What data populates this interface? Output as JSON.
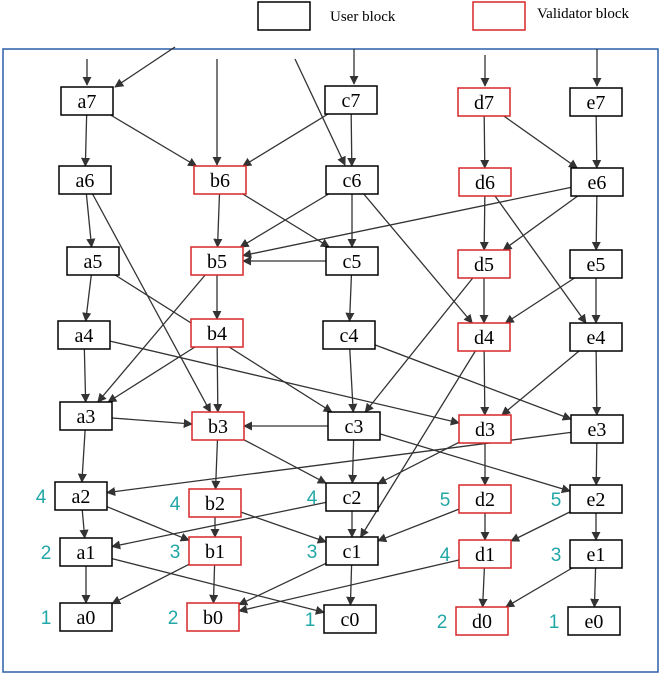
{
  "legend": {
    "user_label": "User block",
    "validator_label": "Validator block"
  },
  "colors": {
    "user_border": "#000000",
    "validator_border": "#d62728",
    "number": "#22a7a7",
    "frame": "#2b5fa8",
    "arrow": "#333333"
  },
  "nodes": [
    {
      "id": "a7",
      "label": "a7",
      "type": "user"
    },
    {
      "id": "a6",
      "label": "a6",
      "type": "user"
    },
    {
      "id": "a5",
      "label": "a5",
      "type": "user"
    },
    {
      "id": "a4",
      "label": "a4",
      "type": "user"
    },
    {
      "id": "a3",
      "label": "a3",
      "type": "user"
    },
    {
      "id": "a2",
      "label": "a2",
      "type": "user"
    },
    {
      "id": "a1",
      "label": "a1",
      "type": "user"
    },
    {
      "id": "a0",
      "label": "a0",
      "type": "user"
    },
    {
      "id": "b6",
      "label": "b6",
      "type": "validator"
    },
    {
      "id": "b5",
      "label": "b5",
      "type": "validator"
    },
    {
      "id": "b4",
      "label": "b4",
      "type": "validator"
    },
    {
      "id": "b3",
      "label": "b3",
      "type": "validator"
    },
    {
      "id": "b2",
      "label": "b2",
      "type": "validator"
    },
    {
      "id": "b1",
      "label": "b1",
      "type": "validator"
    },
    {
      "id": "b0",
      "label": "b0",
      "type": "validator"
    },
    {
      "id": "c7",
      "label": "c7",
      "type": "user"
    },
    {
      "id": "c6",
      "label": "c6",
      "type": "user"
    },
    {
      "id": "c5",
      "label": "c5",
      "type": "user"
    },
    {
      "id": "c4",
      "label": "c4",
      "type": "user"
    },
    {
      "id": "c3",
      "label": "c3",
      "type": "user"
    },
    {
      "id": "c2",
      "label": "c2",
      "type": "user"
    },
    {
      "id": "c1",
      "label": "c1",
      "type": "user"
    },
    {
      "id": "c0",
      "label": "c0",
      "type": "user"
    },
    {
      "id": "d7",
      "label": "d7",
      "type": "validator"
    },
    {
      "id": "d6",
      "label": "d6",
      "type": "validator"
    },
    {
      "id": "d5",
      "label": "d5",
      "type": "validator"
    },
    {
      "id": "d4",
      "label": "d4",
      "type": "validator"
    },
    {
      "id": "d3",
      "label": "d3",
      "type": "validator"
    },
    {
      "id": "d2",
      "label": "d2",
      "type": "validator"
    },
    {
      "id": "d1",
      "label": "d1",
      "type": "validator"
    },
    {
      "id": "d0",
      "label": "d0",
      "type": "validator"
    },
    {
      "id": "e7",
      "label": "e7",
      "type": "user"
    },
    {
      "id": "e6",
      "label": "e6",
      "type": "user"
    },
    {
      "id": "e5",
      "label": "e5",
      "type": "user"
    },
    {
      "id": "e4",
      "label": "e4",
      "type": "user"
    },
    {
      "id": "e3",
      "label": "e3",
      "type": "user"
    },
    {
      "id": "e2",
      "label": "e2",
      "type": "user"
    },
    {
      "id": "e1",
      "label": "e1",
      "type": "user"
    },
    {
      "id": "e0",
      "label": "e0",
      "type": "user"
    }
  ],
  "numbers": [
    {
      "node": "a2",
      "value": "4"
    },
    {
      "node": "a1",
      "value": "2"
    },
    {
      "node": "a0",
      "value": "1"
    },
    {
      "node": "b2",
      "value": "4"
    },
    {
      "node": "b1",
      "value": "3"
    },
    {
      "node": "b0",
      "value": "2"
    },
    {
      "node": "c2",
      "value": "4"
    },
    {
      "node": "c1",
      "value": "3"
    },
    {
      "node": "c0",
      "value": "1"
    },
    {
      "node": "d2",
      "value": "5"
    },
    {
      "node": "d1",
      "value": "4"
    },
    {
      "node": "d0",
      "value": "2"
    },
    {
      "node": "e2",
      "value": "5"
    },
    {
      "node": "e1",
      "value": "3"
    },
    {
      "node": "e0",
      "value": "1"
    }
  ],
  "edges": [
    [
      "a7",
      "a6"
    ],
    [
      "a6",
      "a5"
    ],
    [
      "a5",
      "a4"
    ],
    [
      "a4",
      "a3"
    ],
    [
      "a3",
      "a2"
    ],
    [
      "a2",
      "a1"
    ],
    [
      "a1",
      "a0"
    ],
    [
      "b6",
      "b5"
    ],
    [
      "b5",
      "b4"
    ],
    [
      "b4",
      "b3"
    ],
    [
      "b3",
      "b2"
    ],
    [
      "b2",
      "b1"
    ],
    [
      "b1",
      "b0"
    ],
    [
      "c7",
      "c6"
    ],
    [
      "c6",
      "c5"
    ],
    [
      "c5",
      "c4"
    ],
    [
      "c4",
      "c3"
    ],
    [
      "c3",
      "c2"
    ],
    [
      "c2",
      "c1"
    ],
    [
      "c1",
      "c0"
    ],
    [
      "d7",
      "d6"
    ],
    [
      "d6",
      "d5"
    ],
    [
      "d5",
      "d4"
    ],
    [
      "d4",
      "d3"
    ],
    [
      "d3",
      "d2"
    ],
    [
      "d2",
      "d1"
    ],
    [
      "d1",
      "d0"
    ],
    [
      "e7",
      "e6"
    ],
    [
      "e6",
      "e5"
    ],
    [
      "e5",
      "e4"
    ],
    [
      "e4",
      "e3"
    ],
    [
      "e3",
      "e2"
    ],
    [
      "e2",
      "e1"
    ],
    [
      "e1",
      "e0"
    ],
    [
      "a7",
      "b6"
    ],
    [
      "c7",
      "b6"
    ],
    [
      "c6",
      "b5"
    ],
    [
      "c5",
      "b5"
    ],
    [
      "e6",
      "b5"
    ],
    [
      "a3",
      "b3"
    ],
    [
      "c3",
      "b3"
    ],
    [
      "a6",
      "b3"
    ],
    [
      "a5",
      "c3"
    ],
    [
      "b4",
      "a3"
    ],
    [
      "b5",
      "a3"
    ],
    [
      "b6",
      "c5"
    ],
    [
      "a4",
      "d3"
    ],
    [
      "c4",
      "e3"
    ],
    [
      "b3",
      "c2"
    ],
    [
      "c3",
      "e2"
    ],
    [
      "e3",
      "a2"
    ],
    [
      "d3",
      "c2"
    ],
    [
      "a2",
      "b1"
    ],
    [
      "b2",
      "c1"
    ],
    [
      "c2",
      "a1"
    ],
    [
      "d2",
      "c1"
    ],
    [
      "d4",
      "c1"
    ],
    [
      "d5",
      "c3"
    ],
    [
      "a1",
      "c0"
    ],
    [
      "b1",
      "a0"
    ],
    [
      "c1",
      "b0"
    ],
    [
      "d1",
      "b0"
    ],
    [
      "e2",
      "d1"
    ],
    [
      "e1",
      "d0"
    ],
    [
      "d7",
      "e6"
    ],
    [
      "d6",
      "e4"
    ],
    [
      "e6",
      "d5"
    ],
    [
      "c6",
      "d4"
    ],
    [
      "e5",
      "d4"
    ],
    [
      "e4",
      "d3"
    ]
  ]
}
